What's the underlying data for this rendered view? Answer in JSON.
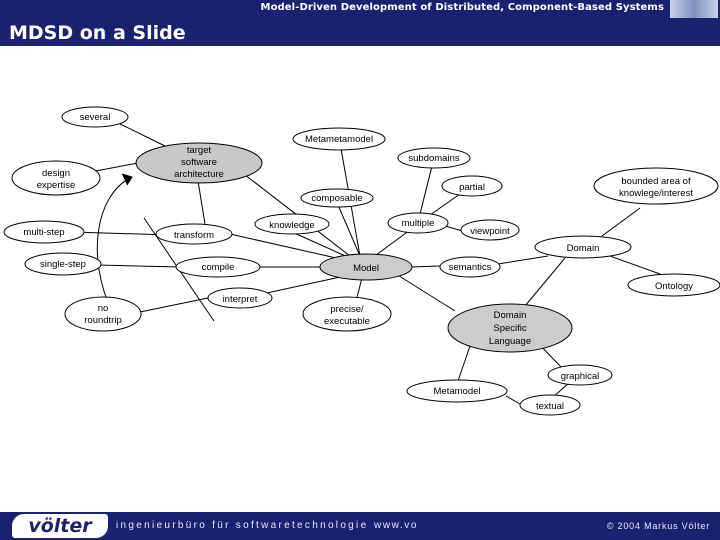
{
  "header": {
    "series_title": "Model-Driven Development of Distributed, Component-Based Systems",
    "slide_title": "MDSD on a Slide"
  },
  "diagram": {
    "nodes": {
      "several": "several",
      "metametamodel": "Metametamodel",
      "subdomains": "subdomains",
      "target_sw_arch": [
        "target",
        "software",
        "architecture"
      ],
      "design_expertise": [
        "design",
        "expertise"
      ],
      "bounded_area": [
        "bounded area of",
        "knowlege/interest"
      ],
      "partial": "partial",
      "composable": "composable",
      "multi_step": "multi-step",
      "knowledge": "knowledge",
      "multiple": "multiple",
      "viewpoint": "viewpoint",
      "transform": "transform",
      "domain": "Domain",
      "single_step": "single-step",
      "compile": "compile",
      "model": "Model",
      "semantics": "semantics",
      "ontology": "Ontology",
      "interpret": "interpret",
      "no_roundtrip": [
        "no",
        "roundtrip"
      ],
      "precise_executable": [
        "precise/",
        "executable"
      ],
      "dsl": [
        "Domain",
        "Specific",
        "Language"
      ],
      "graphical": "graphical",
      "metamodel": "Metamodel",
      "textual": "textual"
    }
  },
  "footer": {
    "brand": "völter",
    "tagline": "ingenieurbüro für softwaretechnologie",
    "url": "www.vo",
    "copyright": "© 2004 Markus Völter"
  },
  "colors": {
    "bar": "#1a2270",
    "node_fill": "#ffffff",
    "node_fill_gray": "#cccccc",
    "line": "#000000"
  }
}
